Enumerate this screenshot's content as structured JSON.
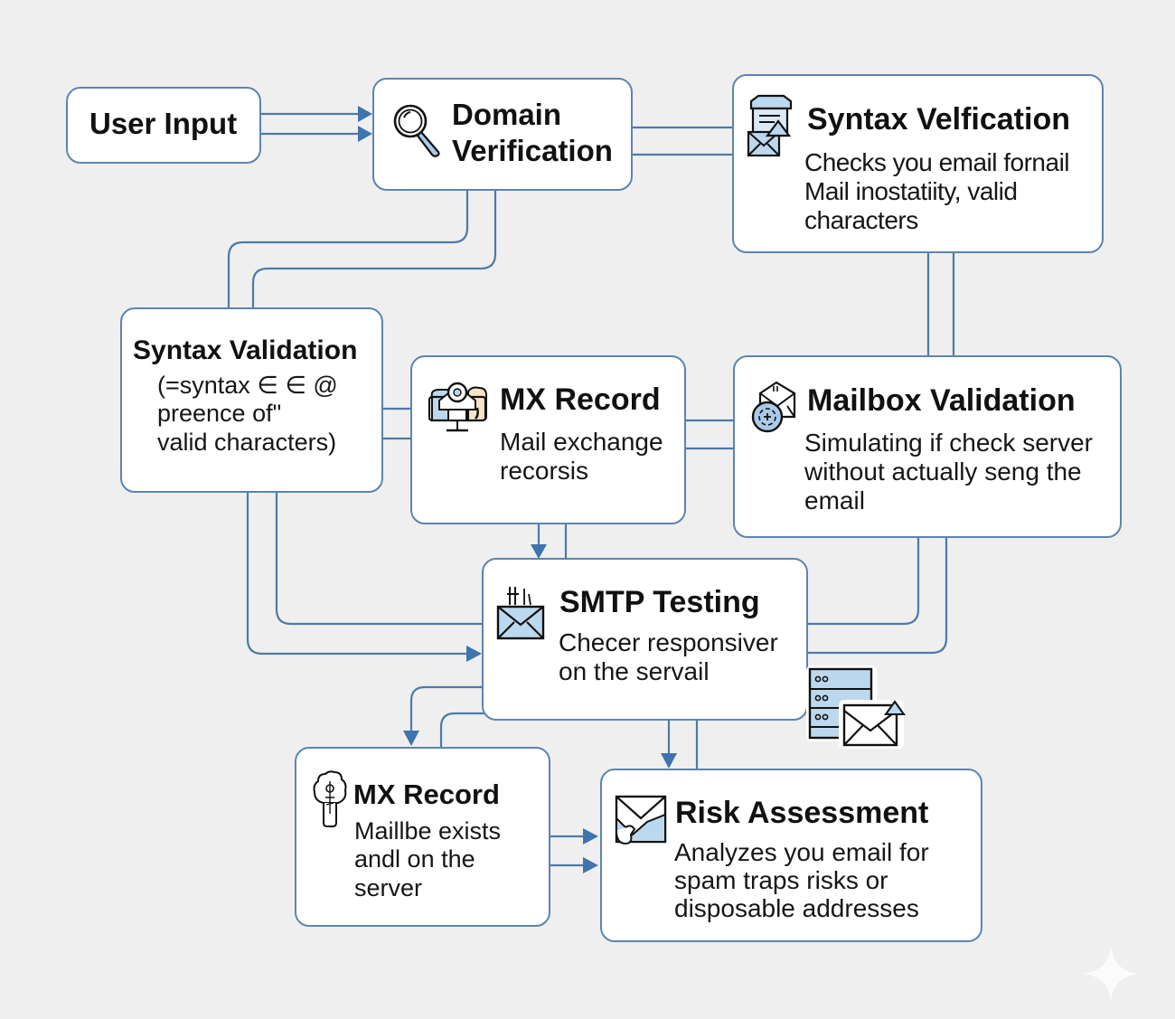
{
  "diagram": {
    "nodes": {
      "user_input": {
        "title": "User Input"
      },
      "domain_verification": {
        "title_line1": "Domain",
        "title_line2": "Verification",
        "icon": "magnifier-icon"
      },
      "syntax_verification": {
        "title": "Syntax Velfication",
        "desc_lines": [
          "Checks you email fornail",
          "Mail inostatiity, valid",
          "characters"
        ],
        "icon": "document-envelope-icon"
      },
      "syntax_validation": {
        "title": "Syntax Validation",
        "desc_lines": [
          "(=syntax ∈ ∈ @",
          "preence of\"",
          "valid characters)"
        ]
      },
      "mx_record_top": {
        "title": "MX Record",
        "desc_lines": [
          "Mail exchange",
          "recorsis"
        ],
        "icon": "monitor-mail-icon"
      },
      "mailbox_validation": {
        "title": "Mailbox Validation",
        "desc_lines": [
          "Simulating if check server",
          "without actually seng the",
          "email"
        ],
        "icon": "envelope-badge-icon"
      },
      "smtp_testing": {
        "title": "SMTP Testing",
        "desc_lines": [
          "Checer responsiver",
          "on the servail"
        ],
        "icon": "envelope-icon"
      },
      "mx_record_bottom": {
        "title": "MX Record",
        "desc_lines": [
          "Maillbe exists",
          "andl on the",
          "server"
        ],
        "icon": "tree-icon"
      },
      "risk_assessment": {
        "title": "Risk Assessment",
        "desc_lines": [
          "Analyzes you email for",
          "spam traps risks or",
          "disposable addresses"
        ],
        "icon": "open-envelope-icon"
      }
    },
    "edges": [
      {
        "from": "User Input",
        "to": "Domain Verification",
        "arrow": true
      },
      {
        "from": "Domain Verification",
        "to": "Syntax Velfication",
        "arrow": false
      },
      {
        "from": "Domain Verification",
        "to": "Syntax Validation",
        "arrow": false
      },
      {
        "from": "Syntax Velfication",
        "to": "Mailbox Validation",
        "arrow": false
      },
      {
        "from": "Syntax Validation",
        "to": "MX Record",
        "arrow": false
      },
      {
        "from": "MX Record",
        "to": "Mailbox Validation",
        "arrow": false
      },
      {
        "from": "MX Record",
        "to": "SMTP Testing",
        "arrow": true
      },
      {
        "from": "Syntax Validation",
        "to": "SMTP Testing",
        "arrow": true
      },
      {
        "from": "Mailbox Validation",
        "to": "SMTP Testing",
        "arrow": false
      },
      {
        "from": "SMTP Testing",
        "to": "MX Record (bottom)",
        "arrow": true
      },
      {
        "from": "SMTP Testing",
        "to": "Risk Assessment",
        "arrow": true
      },
      {
        "from": "MX Record (bottom)",
        "to": "Risk Assessment",
        "arrow": true
      }
    ],
    "decorations": [
      "server-mail-icon",
      "sparkle-icon"
    ],
    "colors": {
      "background": "#efefef",
      "node_fill": "#ffffff",
      "node_border": "#5d84ae",
      "connector": "#4f7aa6",
      "arrowhead": "#3f74ad",
      "icon_fill": "#bcd8ee"
    }
  }
}
